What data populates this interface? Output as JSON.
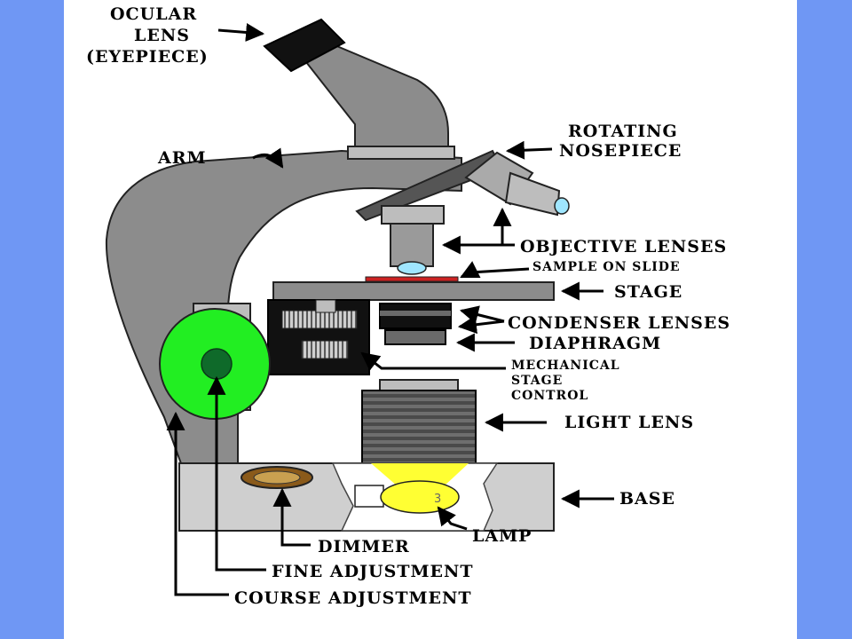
{
  "colors": {
    "background": "#6f97f4",
    "panel": "#ffffff",
    "body_gray": "#8a8a8a",
    "light_gray": "#bdbdbd",
    "knob_green": "#22ee22",
    "knob_dark_green": "#0f6a2a",
    "lens_tip": "#9fe6ff",
    "lamp_yellow": "#ffff33",
    "slide_red": "#cc2222"
  },
  "labels": {
    "ocular_lens": [
      "OCULAR",
      "LENS",
      "(EYEPIECE)"
    ],
    "arm": "ARM",
    "rotating_nosepiece": [
      "ROTATING",
      "NOSEPIECE"
    ],
    "objective_lenses": "OBJECTIVE LENSES",
    "sample_on_slide": "SAMPLE ON SLIDE",
    "stage": "STAGE",
    "condenser_lenses": "CONDENSER LENSES",
    "diaphragm": "DIAPHRAGM",
    "mechanical_stage_control": [
      "MECHANICAL",
      "STAGE",
      "CONTROL"
    ],
    "light_lens": "LIGHT LENS",
    "base": "BASE",
    "dimmer": "DIMMER",
    "lamp": "LAMP",
    "fine_adjustment": "FINE ADJUSTMENT",
    "course_adjustment": "COURSE ADJUSTMENT"
  }
}
